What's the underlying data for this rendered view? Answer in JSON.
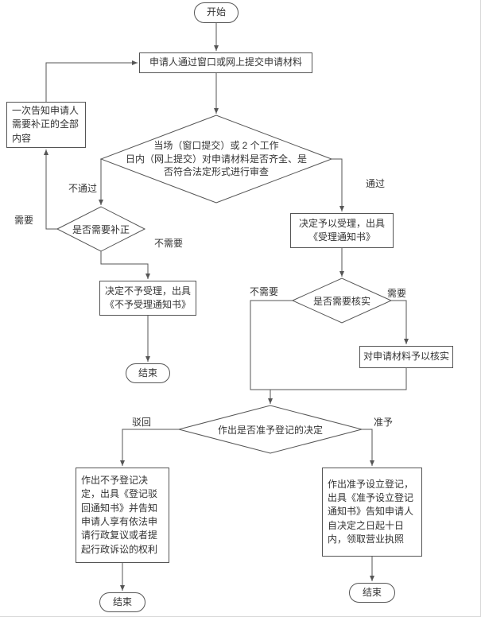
{
  "diagram": {
    "type": "flowchart",
    "colors": {
      "stroke": "#555555",
      "fill": "#ffffff",
      "text": "#333333",
      "background": "#ffffff"
    },
    "nodes": {
      "start": {
        "type": "terminator",
        "label": "开始"
      },
      "submit": {
        "type": "process",
        "label": "申请人通过窗口或网上提交申请材料"
      },
      "review": {
        "type": "decision",
        "label": "当场（窗口提交）或 2 个工作\n日内（网上提交）对申请材料是否齐全、是\n否符合法定形式进行审查"
      },
      "need_correction": {
        "type": "decision",
        "label": "是否需要补正"
      },
      "notify_correction": {
        "type": "process",
        "label": "一次告知申请人需要补正的全部内容"
      },
      "reject_acceptance": {
        "type": "process",
        "label": "决定不予受理，出具\n《不予受理通知书》"
      },
      "end1": {
        "type": "terminator",
        "label": "结束"
      },
      "accept": {
        "type": "process",
        "label": "决定予以受理，出具\n《受理通知书》"
      },
      "need_verify": {
        "type": "decision",
        "label": "是否需要核实"
      },
      "verify": {
        "type": "process",
        "label": "对申请材料予以核实"
      },
      "register_decision": {
        "type": "decision",
        "label": "作出是否准予登记的决定"
      },
      "reject_register": {
        "type": "process",
        "label": "作出不予登记决定，出具《登记驳回通知书》并告知申请人享有依法申请行政复议或者提起行政诉讼的权利"
      },
      "end2": {
        "type": "terminator",
        "label": "结束"
      },
      "approve_register": {
        "type": "process",
        "label": "作出准予设立登记，出具《准予设立登记通知书》告知申请人自决定之日起十日内，领取营业执照"
      },
      "end3": {
        "type": "terminator",
        "label": "结束"
      }
    },
    "edge_labels": {
      "fail": "不通过",
      "pass": "通过",
      "need": "需要",
      "no_need": "不需要",
      "verify_no_need": "不需要",
      "verify_need": "需要",
      "reject": "驳回",
      "approve": "准予"
    }
  }
}
